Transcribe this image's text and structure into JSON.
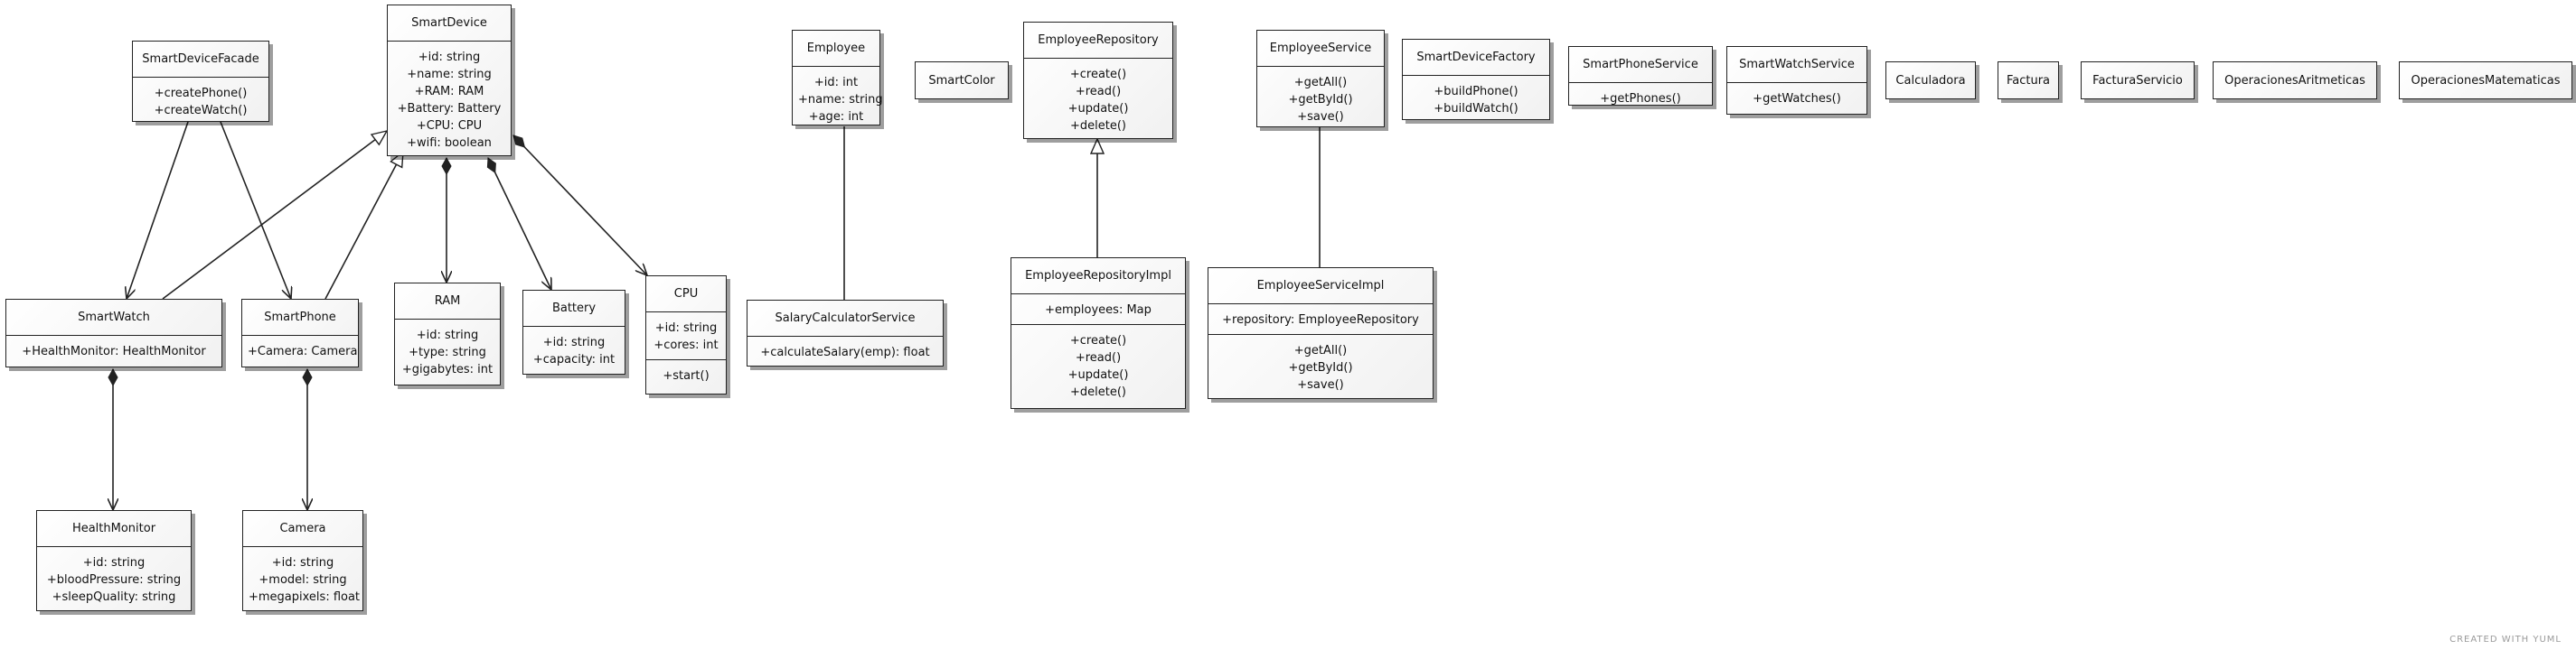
{
  "classes": {
    "SmartDeviceFacade": {
      "name": "SmartDeviceFacade",
      "sections": [
        [
          "+createPhone()",
          "+createWatch()"
        ]
      ]
    },
    "SmartDevice": {
      "name": "SmartDevice",
      "sections": [
        [
          "+id: string",
          "+name: string",
          "+RAM: RAM",
          "+Battery: Battery",
          "+CPU: CPU",
          "+wifi: boolean"
        ]
      ]
    },
    "SmartWatch": {
      "name": "SmartWatch",
      "sections": [
        [
          "+HealthMonitor: HealthMonitor"
        ]
      ]
    },
    "SmartPhone": {
      "name": "SmartPhone",
      "sections": [
        [
          "+Camera: Camera"
        ]
      ]
    },
    "RAM": {
      "name": "RAM",
      "sections": [
        [
          "+id: string",
          "+type: string",
          "+gigabytes: int"
        ]
      ]
    },
    "Battery": {
      "name": "Battery",
      "sections": [
        [
          "+id: string",
          "+capacity: int"
        ]
      ]
    },
    "CPU": {
      "name": "CPU",
      "sections": [
        [
          "+id: string",
          "+cores: int"
        ],
        [
          "+start()"
        ]
      ]
    },
    "HealthMonitor": {
      "name": "HealthMonitor",
      "sections": [
        [
          "+id: string",
          "+bloodPressure: string",
          "+sleepQuality: string"
        ]
      ]
    },
    "Camera": {
      "name": "Camera",
      "sections": [
        [
          "+id: string",
          "+model: string",
          "+megapixels: float"
        ]
      ]
    },
    "Employee": {
      "name": "Employee",
      "sections": [
        [
          "+id: int",
          "+name: string",
          "+age: int"
        ]
      ]
    },
    "SalaryCalculatorService": {
      "name": "SalaryCalculatorService",
      "sections": [
        [
          "+calculateSalary(emp): float"
        ]
      ]
    },
    "SmartColor": {
      "name": "SmartColor",
      "sections": []
    },
    "EmployeeRepository": {
      "name": "EmployeeRepository",
      "sections": [
        [
          "+create()",
          "+read()",
          "+update()",
          "+delete()"
        ]
      ]
    },
    "EmployeeRepositoryImpl": {
      "name": "EmployeeRepositoryImpl",
      "sections": [
        [
          "+employees: Map"
        ],
        [
          "+create()",
          "+read()",
          "+update()",
          "+delete()"
        ]
      ]
    },
    "EmployeeService": {
      "name": "EmployeeService",
      "sections": [
        [
          "+getAll()",
          "+getById()",
          "+save()"
        ]
      ]
    },
    "EmployeeServiceImpl": {
      "name": "EmployeeServiceImpl",
      "sections": [
        [
          "+repository: EmployeeRepository"
        ],
        [
          "+getAll()",
          "+getById()",
          "+save()"
        ]
      ]
    },
    "SmartDeviceFactory": {
      "name": "SmartDeviceFactory",
      "sections": [
        [
          "+buildPhone()",
          "+buildWatch()"
        ]
      ]
    },
    "SmartPhoneService": {
      "name": "SmartPhoneService",
      "sections": [
        [
          "+getPhones()"
        ]
      ]
    },
    "SmartWatchService": {
      "name": "SmartWatchService",
      "sections": [
        [
          "+getWatches()"
        ]
      ]
    },
    "Calculadora": {
      "name": "Calculadora",
      "sections": []
    },
    "Factura": {
      "name": "Factura",
      "sections": []
    },
    "FacturaServicio": {
      "name": "FacturaServicio",
      "sections": []
    },
    "OperacionesAritmeticas": {
      "name": "OperacionesAritmeticas",
      "sections": []
    },
    "OperacionesMatematicas": {
      "name": "OperacionesMatematicas",
      "sections": []
    }
  },
  "relations": [
    {
      "from": "SmartDeviceFacade",
      "to": "SmartWatch",
      "kind": "association"
    },
    {
      "from": "SmartDeviceFacade",
      "to": "SmartPhone",
      "kind": "association"
    },
    {
      "from": "SmartWatch",
      "to": "SmartDevice",
      "kind": "inheritance"
    },
    {
      "from": "SmartPhone",
      "to": "SmartDevice",
      "kind": "inheritance"
    },
    {
      "from": "SmartDevice",
      "to": "RAM",
      "kind": "composition"
    },
    {
      "from": "SmartDevice",
      "to": "Battery",
      "kind": "composition"
    },
    {
      "from": "SmartDevice",
      "to": "CPU",
      "kind": "composition"
    },
    {
      "from": "SmartWatch",
      "to": "HealthMonitor",
      "kind": "composition"
    },
    {
      "from": "SmartPhone",
      "to": "Camera",
      "kind": "composition"
    },
    {
      "from": "Employee",
      "to": "SalaryCalculatorService",
      "kind": "link"
    },
    {
      "from": "EmployeeRepositoryImpl",
      "to": "EmployeeRepository",
      "kind": "realization"
    },
    {
      "from": "EmployeeServiceImpl",
      "to": "EmployeeService",
      "kind": "realization"
    }
  ],
  "credit": "CREATED WITH YUML"
}
